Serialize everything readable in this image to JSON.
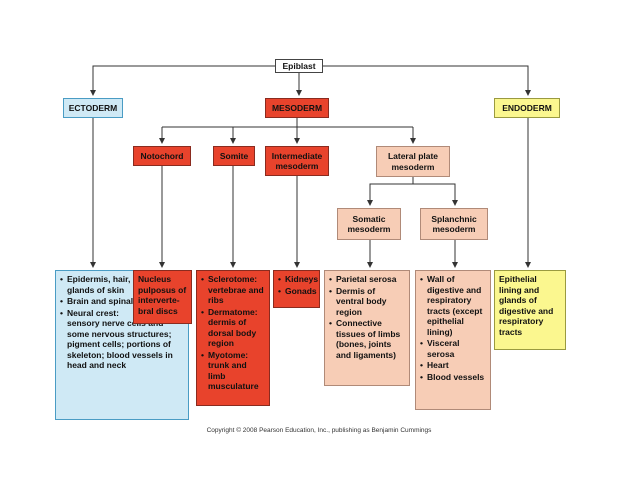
{
  "nodes": {
    "epiblast": "Epiblast",
    "ectoderm": "ECTODERM",
    "mesoderm": "MESODERM",
    "endoderm": "ENDODERM",
    "notochord": "Notochord",
    "somite": "Somite",
    "intermediate": "Intermediate mesoderm",
    "lateral": "Lateral plate mesoderm",
    "somatic": "Somatic mesoderm",
    "splanchnic": "Splanchnic mesoderm"
  },
  "outcomes": {
    "ectoderm": [
      "Epidermis, hair, nails, glands of skin",
      "Brain and spinal cord",
      "Neural crest:",
      "sensory nerve cells and some nervous structures; pigment cells; portions of skeleton; blood vessels in head and neck"
    ],
    "notochord": "Nucleus pulposus of interverte-bral discs",
    "somite": [
      "Sclerotome: vertebrae and ribs",
      "Dermatome: dermis of dorsal body region",
      "Myotome: trunk and limb musculature"
    ],
    "intermediate": [
      "Kidneys",
      "Gonads"
    ],
    "somatic": [
      "Parietal serosa",
      "Dermis of ventral body region",
      "Connective tissues of limbs (bones, joints and ligaments)"
    ],
    "splanchnic": [
      "Wall of digestive and respiratory tracts (except epithelial lining)",
      "Visceral serosa",
      "Heart",
      "Blood vessels"
    ],
    "endoderm": "Epithelial lining and glands of digestive and respiratory tracts"
  },
  "copyright": "Copyright © 2008 Pearson Education, Inc., publishing as Benjamin Cummings",
  "colors": {
    "ectoderm": "#cfe9f5",
    "mesoderm": "#e8432c",
    "endoderm": "#fbf78f",
    "lateral": "#f7cdb6"
  }
}
